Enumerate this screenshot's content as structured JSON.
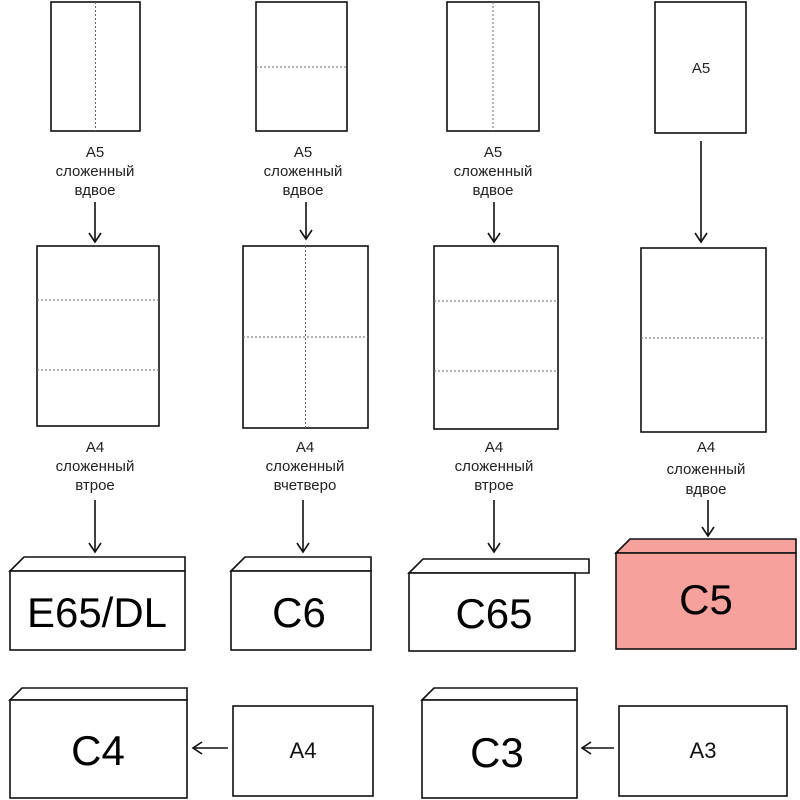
{
  "colors": {
    "highlight_envelope": "#f6a19c",
    "line": "#111111",
    "fold": "#666666"
  },
  "columns": [
    {
      "source_label": [
        "A5",
        "сложенный",
        "вдвое"
      ],
      "sheet_label": [
        "A4",
        "сложенный",
        "втрое"
      ],
      "envelope": "E65/DL"
    },
    {
      "source_label": [
        "A5",
        "сложенный",
        "вдвое"
      ],
      "sheet_label": [
        "A4",
        "сложенный",
        "вчетверо"
      ],
      "envelope": "C6"
    },
    {
      "source_label": [
        "A5",
        "сложенный",
        "вдвое"
      ],
      "sheet_label": [
        "A4",
        "сложенный",
        "втрое"
      ],
      "envelope": "C65"
    },
    {
      "source_inner_label": "A5",
      "sheet_label": [
        "A4",
        "сложенный",
        "вдвое"
      ],
      "envelope": "C5",
      "highlighted": true
    }
  ],
  "bottom": [
    {
      "envelope": "C4",
      "sheet": "A4"
    },
    {
      "envelope": "C3",
      "sheet": "A3"
    }
  ]
}
